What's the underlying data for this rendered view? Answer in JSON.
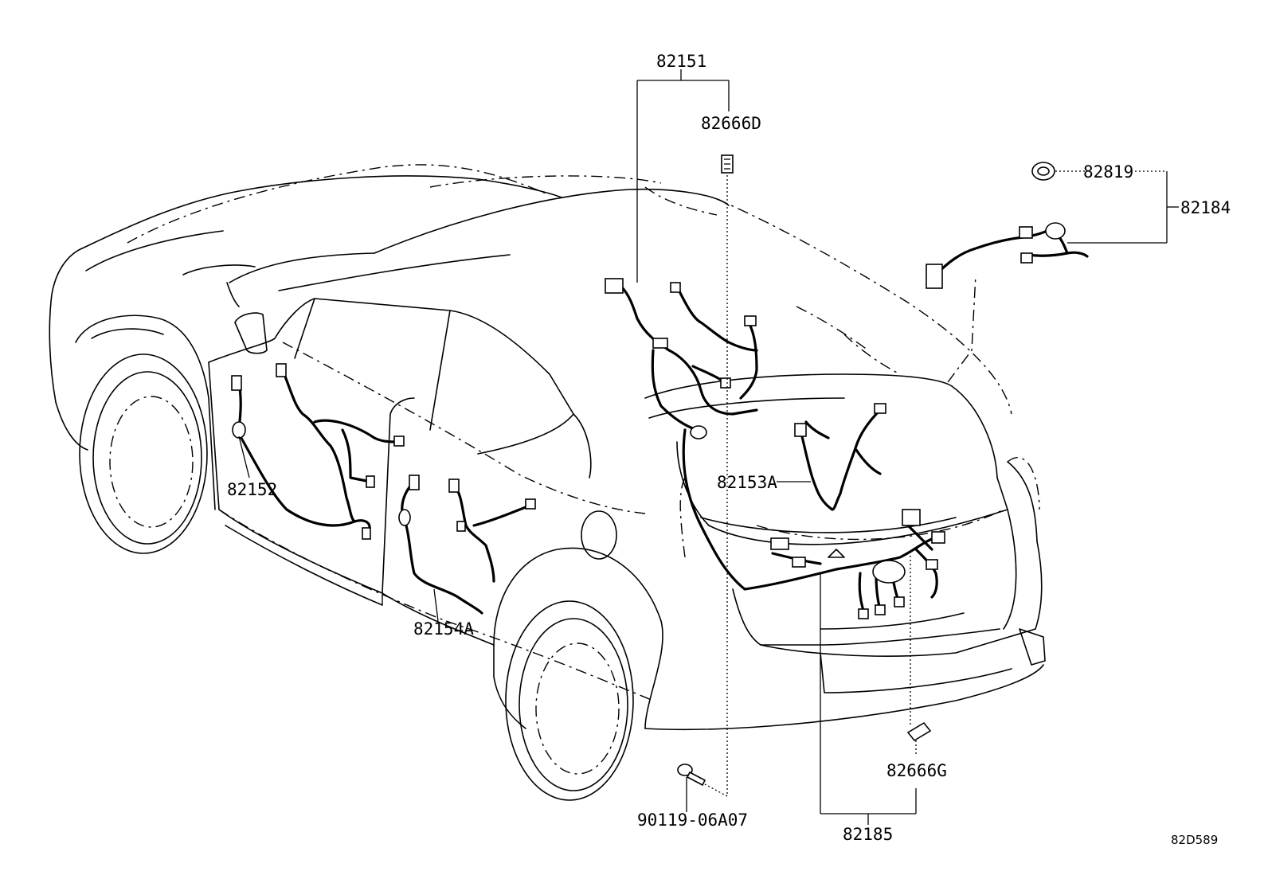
{
  "labels": {
    "p82151": "82151",
    "p82666D": "82666D",
    "p82819": "82819",
    "p82184": "82184",
    "p82152": "82152",
    "p82153A": "82153A",
    "p82154A": "82154A",
    "p82666G": "82666G",
    "p90119": "90119-06A07",
    "p82185": "82185"
  },
  "diagram_code": "82D589"
}
